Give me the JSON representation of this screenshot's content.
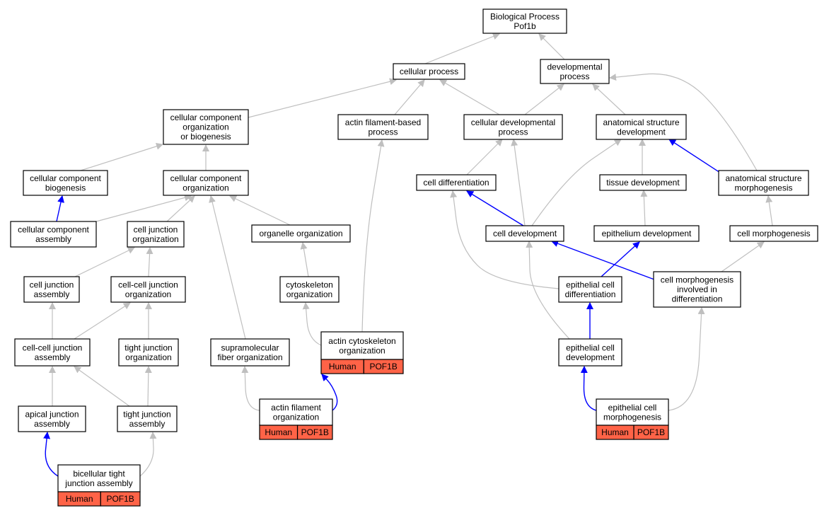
{
  "colors": {
    "gray_edge": "#bfbfbf",
    "blue_edge": "#0000ff",
    "annotation_fill": "#ff6347",
    "node_fill": "#ffffff",
    "node_stroke": "#000000"
  },
  "nodes": [
    {
      "id": "bp",
      "lines": [
        "Biological Process",
        "Pof1b"
      ]
    },
    {
      "id": "cp",
      "lines": [
        "cellular process"
      ]
    },
    {
      "id": "devp",
      "lines": [
        "developmental",
        "process"
      ]
    },
    {
      "id": "ccob",
      "lines": [
        "cellular component",
        "organization",
        "or biogenesis"
      ]
    },
    {
      "id": "afbp",
      "lines": [
        "actin filament-based",
        "process"
      ]
    },
    {
      "id": "cdp",
      "lines": [
        "cellular developmental",
        "process"
      ]
    },
    {
      "id": "asd",
      "lines": [
        "anatomical structure",
        "development"
      ]
    },
    {
      "id": "ccb",
      "lines": [
        "cellular component",
        "biogenesis"
      ]
    },
    {
      "id": "cco",
      "lines": [
        "cellular component",
        "organization"
      ]
    },
    {
      "id": "celldiff",
      "lines": [
        "cell differentiation"
      ]
    },
    {
      "id": "td",
      "lines": [
        "tissue development"
      ]
    },
    {
      "id": "asm",
      "lines": [
        "anatomical structure",
        "morphogenesis"
      ]
    },
    {
      "id": "cca",
      "lines": [
        "cellular component",
        "assembly"
      ]
    },
    {
      "id": "cjo",
      "lines": [
        "cell junction",
        "organization"
      ]
    },
    {
      "id": "oo",
      "lines": [
        "organelle organization"
      ]
    },
    {
      "id": "celldev",
      "lines": [
        "cell development"
      ]
    },
    {
      "id": "ed",
      "lines": [
        "epithelium development"
      ]
    },
    {
      "id": "cm",
      "lines": [
        "cell morphogenesis"
      ]
    },
    {
      "id": "cja",
      "lines": [
        "cell junction",
        "assembly"
      ]
    },
    {
      "id": "ccjo",
      "lines": [
        "cell-cell junction",
        "organization"
      ]
    },
    {
      "id": "co",
      "lines": [
        "cytoskeleton",
        "organization"
      ]
    },
    {
      "id": "ecd",
      "lines": [
        "epithelial cell",
        "differentiation"
      ]
    },
    {
      "id": "cmid",
      "lines": [
        "cell morphogenesis",
        "involved in",
        "differentiation"
      ]
    },
    {
      "id": "ccja",
      "lines": [
        "cell-cell junction",
        "assembly"
      ]
    },
    {
      "id": "tjo",
      "lines": [
        "tight junction",
        "organization"
      ]
    },
    {
      "id": "sfo",
      "lines": [
        "supramolecular",
        "fiber organization"
      ]
    },
    {
      "id": "aco",
      "lines": [
        "actin cytoskeleton",
        "organization"
      ],
      "annotation": [
        "Human",
        "POF1B"
      ]
    },
    {
      "id": "ecdev",
      "lines": [
        "epithelial cell",
        "development"
      ]
    },
    {
      "id": "aja",
      "lines": [
        "apical junction",
        "assembly"
      ]
    },
    {
      "id": "tja",
      "lines": [
        "tight junction",
        "assembly"
      ]
    },
    {
      "id": "afo",
      "lines": [
        "actin filament",
        "organization"
      ],
      "annotation": [
        "Human",
        "POF1B"
      ]
    },
    {
      "id": "ecm",
      "lines": [
        "epithelial cell",
        "morphogenesis"
      ],
      "annotation": [
        "Human",
        "POF1B"
      ]
    },
    {
      "id": "btja",
      "lines": [
        "bicellular tight",
        "junction assembly"
      ],
      "annotation": [
        "Human",
        "POF1B"
      ]
    }
  ],
  "edges": [
    {
      "from": "cp",
      "to": "bp",
      "style": "gray"
    },
    {
      "from": "devp",
      "to": "bp",
      "style": "gray"
    },
    {
      "from": "ccob",
      "to": "cp",
      "style": "gray"
    },
    {
      "from": "afbp",
      "to": "cp",
      "style": "gray"
    },
    {
      "from": "cdp",
      "to": "cp",
      "style": "gray"
    },
    {
      "from": "cdp",
      "to": "devp",
      "style": "gray"
    },
    {
      "from": "asd",
      "to": "devp",
      "style": "gray"
    },
    {
      "from": "asm",
      "to": "devp",
      "style": "gray"
    },
    {
      "from": "ccb",
      "to": "ccob",
      "style": "gray"
    },
    {
      "from": "cco",
      "to": "ccob",
      "style": "gray"
    },
    {
      "from": "celldiff",
      "to": "cdp",
      "style": "gray"
    },
    {
      "from": "celldev",
      "to": "cdp",
      "style": "gray"
    },
    {
      "from": "celldev",
      "to": "asd",
      "style": "gray"
    },
    {
      "from": "td",
      "to": "asd",
      "style": "gray"
    },
    {
      "from": "asm",
      "to": "asd",
      "style": "blue"
    },
    {
      "from": "cca",
      "to": "ccb",
      "style": "blue"
    },
    {
      "from": "cca",
      "to": "cco",
      "style": "gray"
    },
    {
      "from": "cjo",
      "to": "cco",
      "style": "gray"
    },
    {
      "from": "oo",
      "to": "cco",
      "style": "gray"
    },
    {
      "from": "sfo",
      "to": "cco",
      "style": "gray"
    },
    {
      "from": "celldev",
      "to": "celldiff",
      "style": "blue"
    },
    {
      "from": "ecd",
      "to": "celldiff",
      "style": "gray"
    },
    {
      "from": "ed",
      "to": "td",
      "style": "gray"
    },
    {
      "from": "cm",
      "to": "asm",
      "style": "gray"
    },
    {
      "from": "cja",
      "to": "cjo",
      "style": "gray"
    },
    {
      "from": "ccjo",
      "to": "cjo",
      "style": "gray"
    },
    {
      "from": "co",
      "to": "oo",
      "style": "gray"
    },
    {
      "from": "cmid",
      "to": "celldev",
      "style": "blue"
    },
    {
      "from": "ecdev",
      "to": "celldev",
      "style": "gray"
    },
    {
      "from": "ecd",
      "to": "ed",
      "style": "blue"
    },
    {
      "from": "cmid",
      "to": "cm",
      "style": "gray"
    },
    {
      "from": "ccja",
      "to": "cja",
      "style": "gray"
    },
    {
      "from": "ccja",
      "to": "ccjo",
      "style": "gray"
    },
    {
      "from": "tjo",
      "to": "ccjo",
      "style": "gray"
    },
    {
      "from": "aco",
      "to": "co",
      "style": "gray"
    },
    {
      "from": "aco",
      "to": "afbp",
      "style": "gray"
    },
    {
      "from": "ecdev",
      "to": "ecd",
      "style": "blue"
    },
    {
      "from": "aja",
      "to": "ccja",
      "style": "gray"
    },
    {
      "from": "tja",
      "to": "ccja",
      "style": "gray"
    },
    {
      "from": "tja",
      "to": "tjo",
      "style": "gray"
    },
    {
      "from": "afo",
      "to": "sfo",
      "style": "gray"
    },
    {
      "from": "afo",
      "to": "aco",
      "style": "blue"
    },
    {
      "from": "ecm",
      "to": "ecdev",
      "style": "blue"
    },
    {
      "from": "ecm",
      "to": "cmid",
      "style": "gray"
    },
    {
      "from": "btja",
      "to": "aja",
      "style": "blue"
    },
    {
      "from": "btja",
      "to": "tja",
      "style": "gray"
    }
  ]
}
